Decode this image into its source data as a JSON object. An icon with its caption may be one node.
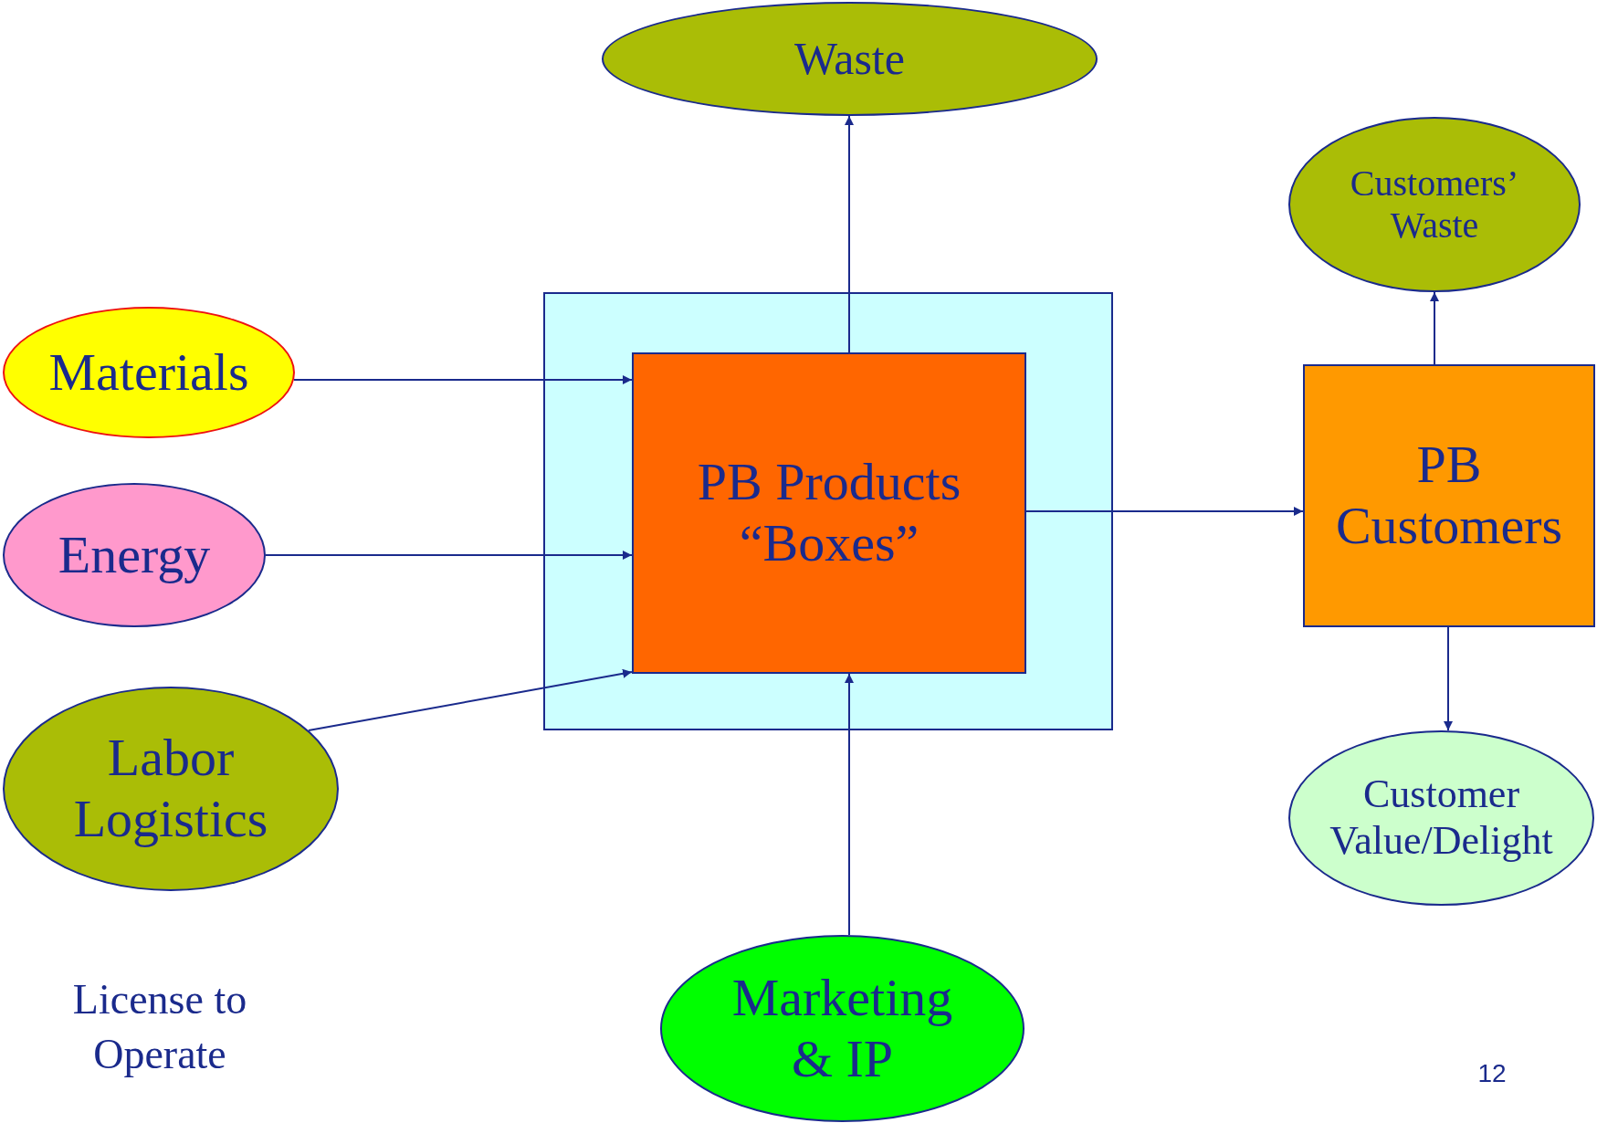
{
  "diagram": {
    "nodes": [
      {
        "text": [
          "Waste"
        ]
      },
      {
        "text": [
          "Customers’ Waste"
        ]
      },
      {
        "text": [
          "Materials"
        ]
      },
      {
        "text": [
          "Energy"
        ]
      },
      {
        "text": [
          "Labor Logistics"
        ]
      },
      {
        "text": [],
        "shape": "box"
      },
      {
        "text": [
          "PB Products “Boxes”"
        ],
        "in": 5
      },
      {
        "text": [
          "PB Customers"
        ]
      },
      {
        "text": [
          "Customer Value/Delight"
        ]
      },
      {
        "text": [
          "Marketing & IP"
        ]
      }
    ],
    "edges": [
      {
        "from": 6,
        "to": 0,
        "arrow": "to"
      },
      {
        "from": 2,
        "to": 6,
        "arrow": "to"
      },
      {
        "from": 3,
        "to": 6,
        "arrow": "to"
      },
      {
        "from": 4,
        "to": 6,
        "arrow": "to"
      },
      {
        "from": 6,
        "to": 7,
        "arrow": "to"
      },
      {
        "from": 7,
        "to": 1,
        "arrow": "to"
      },
      {
        "from": 7,
        "to": 8,
        "arrow": "to"
      },
      {
        "from": 9,
        "to": 6,
        "arrow": "to"
      }
    ],
    "labels": [
      "License to Operate",
      "12"
    ]
  }
}
